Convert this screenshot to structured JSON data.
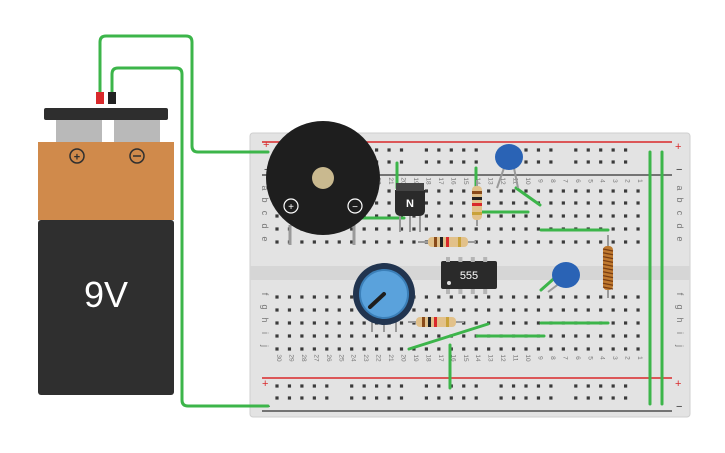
{
  "battery": {
    "label": "9V",
    "plus_symbol": "+",
    "minus_symbol": "⊖",
    "body_color": "#d08a4b",
    "lower_color": "#2f2f2f"
  },
  "buzzer": {
    "plus": "+",
    "minus": "−"
  },
  "transistor": {
    "label": "N"
  },
  "ic": {
    "label": "555"
  },
  "breadboard": {
    "rail_plus": "+",
    "rail_minus": "−",
    "row_letters_top": [
      "a",
      "b",
      "c",
      "d",
      "e"
    ],
    "row_letters_bottom": [
      "f",
      "g",
      "h",
      "i",
      "j"
    ],
    "column_numbers": [
      "30",
      "29",
      "28",
      "27",
      "26",
      "25",
      "24",
      "23",
      "22",
      "21",
      "20",
      "19",
      "18",
      "17",
      "16",
      "15",
      "14",
      "13",
      "12",
      "11",
      "10",
      "9",
      "8",
      "7",
      "6",
      "5",
      "4",
      "3",
      "2",
      "1"
    ]
  },
  "colors": {
    "wire": "#3cb54a",
    "rail_red": "#d9292b",
    "capacitor": "#2a63b5",
    "board": "#e6e6e6"
  }
}
